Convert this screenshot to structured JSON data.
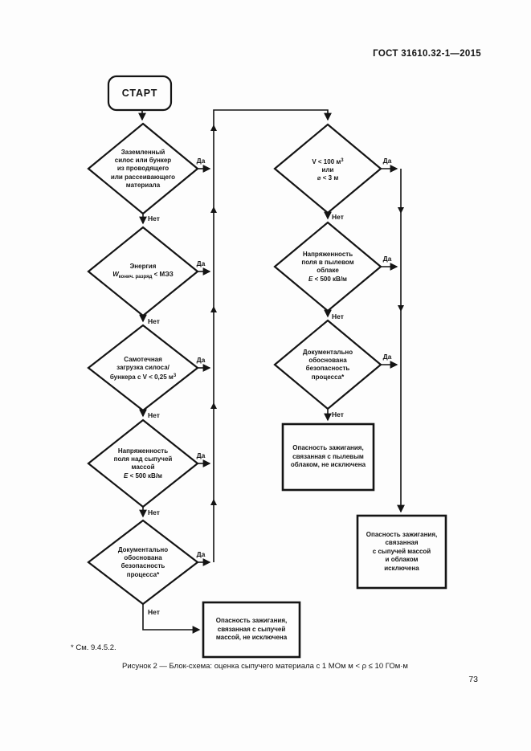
{
  "page": {
    "doc_number": "ГОСТ 31610.32-1—2015",
    "page_number": "73",
    "footnote": "* См. 9.4.5.2.",
    "caption": "Рисунок 2 — Блок-схема: оценка сыпучего материала с 1 МОм м < ρ ≤ 10 ГОм·м"
  },
  "flowchart": {
    "type": "flowchart",
    "start_label": "СТАРТ",
    "yes_label": "Да",
    "no_label": "Нет",
    "nodes": {
      "d1": {
        "text": "Заземленный\nсилос или бункер\nиз проводящего\nили рассеивающего\nматериала"
      },
      "d2": {
        "line1": "Энергия",
        "w": "W",
        "w_sub": "конич. разряд",
        "cmp": " < МЭЗ"
      },
      "d3": {
        "lines": "Самотечная\nзагрузка силоса/\nбункера с V < 0,25 м",
        "sup": "3"
      },
      "d4": {
        "lines": "Напряженность\nполя над сыпучей\nмассой",
        "e": "E",
        "e_rest": " < 500 кВ/м"
      },
      "d5": {
        "text": "Документально\nобоснована\nбезопасность\nпроцесса*"
      },
      "r1": {
        "line1": "V < 100 м",
        "sup": "3",
        "line2": "или",
        "line3": "⌀ < 3 м"
      },
      "r2": {
        "lines": "Напряженность\nполя в пылевом\nоблаке",
        "e": "E",
        "e_rest": " < 500 кВ/м"
      },
      "r3": {
        "text": "Документально\nобоснована\nбезопасность\nпроцесса*"
      },
      "rect_cloud": {
        "text": "Опасность зажигания,\nсвязанная с пылевым\nоблаком, не исключена"
      },
      "rect_excluded": {
        "text": "Опасность зажигания,\nсвязанная\nс сыпучей массой\nи облаком\nисключена"
      },
      "rect_bulk": {
        "text": "Опасность зажигания,\nсвязанная с сыпучей\nмассой, не исключена"
      }
    }
  }
}
